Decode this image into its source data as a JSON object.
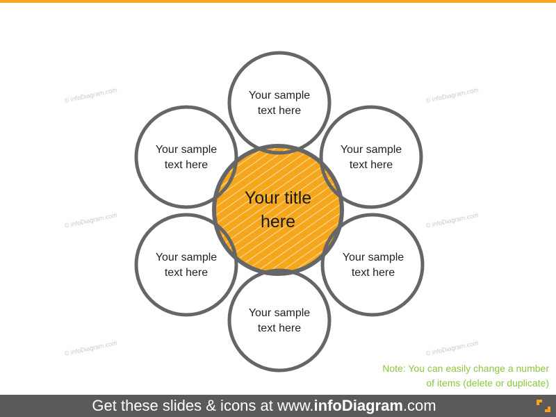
{
  "diagram": {
    "center": {
      "label": "Your title\nhere",
      "color": "#f5a61b"
    },
    "nodes": [
      {
        "label": "Your sample\ntext here"
      },
      {
        "label": "Your sample\ntext here"
      },
      {
        "label": "Your sample\ntext here"
      },
      {
        "label": "Your sample\ntext here"
      },
      {
        "label": "Your sample\ntext here"
      },
      {
        "label": "Your sample\ntext here"
      }
    ],
    "ring_color": "#666666"
  },
  "watermark": "© infoDiagram.com",
  "note": "Note: You can easily change a number\nof items (delete or duplicate)",
  "footer": {
    "prefix": "Get these slides & icons at www.",
    "brand": "infoDiagram",
    "suffix": ".com"
  },
  "colors": {
    "accent": "#f5a61b",
    "note": "#8cc63f",
    "footer_bg": "#5a5a5a"
  }
}
